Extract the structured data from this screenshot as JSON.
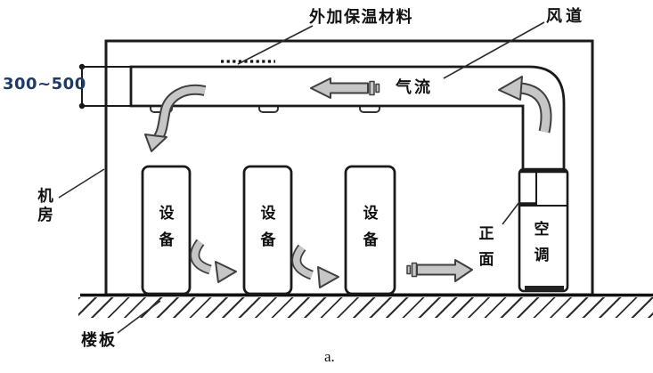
{
  "labels": {
    "insulation": "外加保温材料",
    "duct": "风道",
    "airflow": "气流",
    "dimension": "300~500",
    "room": "机房",
    "floor": "楼板",
    "front": "正面",
    "ac": "空调"
  },
  "equipment": [
    {
      "label": "设备"
    },
    {
      "label": "设备"
    },
    {
      "label": "设备"
    }
  ],
  "caption": "a.",
  "colors": {
    "line": "#1a1a1a",
    "arrow_fill": "#c6c6c6",
    "arrow_outline": "#3f3f3f",
    "dimension_text": "#1e3a66",
    "background": "#ffffff"
  }
}
